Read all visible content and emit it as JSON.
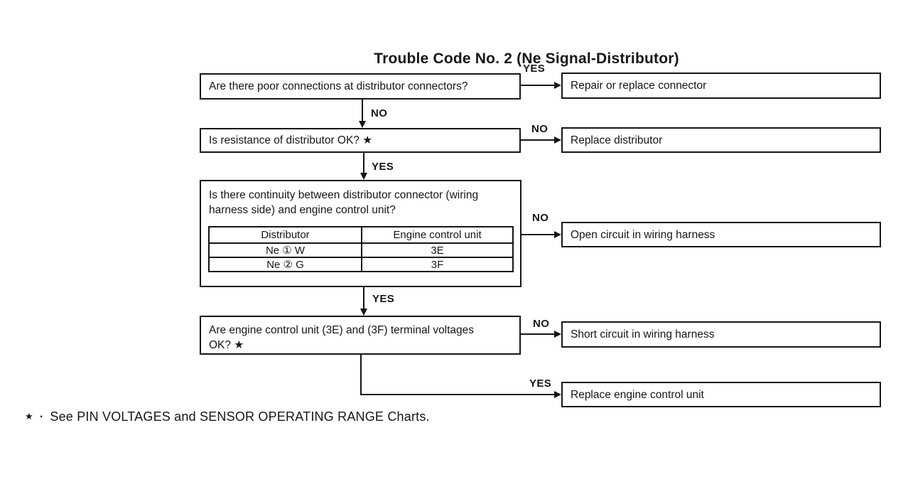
{
  "title": "Trouble Code No. 2 (Ne Signal-Distributor)",
  "labels": {
    "yes": "YES",
    "no": "NO"
  },
  "questions": [
    {
      "text": "Are there poor connections at distributor connectors?"
    },
    {
      "text": "Is resistance of distributor OK? ★"
    },
    {
      "text": "Is there continuity between distributor connector (wiring harness side) and engine control unit?"
    },
    {
      "text": "Are engine control unit (3E) and (3F) terminal voltages OK? ★"
    }
  ],
  "actions": [
    {
      "text": "Repair or replace connector"
    },
    {
      "text": "Replace distributor"
    },
    {
      "text": "Open circuit in wiring harness"
    },
    {
      "text": "Short circuit in wiring harness"
    },
    {
      "text": "Replace engine control unit"
    }
  ],
  "continuity_table": {
    "headers": [
      "Distributor",
      "Engine control unit"
    ],
    "rows": [
      [
        "Ne ① W",
        "3E"
      ],
      [
        "Ne ② G",
        "3F"
      ]
    ]
  },
  "footnote": {
    "marker": "★",
    "separator": "·",
    "text": "See PIN VOLTAGES and SENSOR OPERATING RANGE Charts."
  },
  "colors": {
    "ink": "#161616",
    "paper": "#ffffff"
  }
}
